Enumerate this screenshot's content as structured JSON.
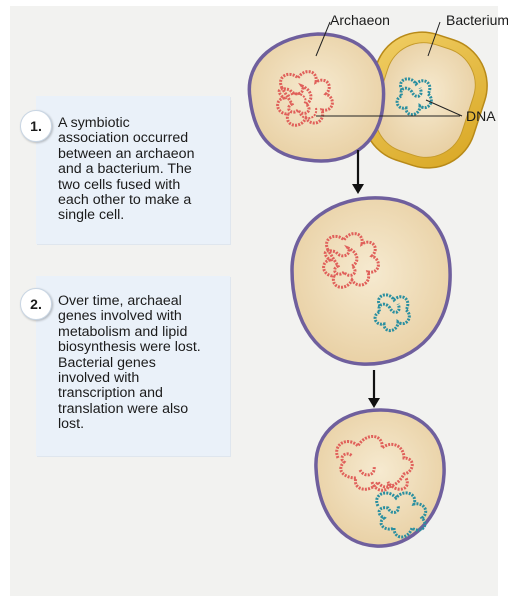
{
  "labels": {
    "archaeon": "Archaeon",
    "bacterium": "Bacterium",
    "dna": "DNA"
  },
  "steps": [
    {
      "number": "1.",
      "text": "A symbiotic\nassociation occurred\nbetween an archaeon\nand a bacterium. The\ntwo cells fused with\neach other to make a\nsingle cell."
    },
    {
      "number": "2.",
      "text": "Over time, archaeal\ngenes involved with\nmetabolism and lipid\nbiosynthesis were lost.\nBacterial genes\ninvolved with\ntranscription and\ntranslation were also\nlost."
    }
  ],
  "colors": {
    "archaeal_dna": "#e0605a",
    "bacterial_dna": "#2a8fa0",
    "archaeal_membrane": "#7b6aa8",
    "bacterial_wall": "#e3b332",
    "cytoplasm": "#efdcb6"
  }
}
